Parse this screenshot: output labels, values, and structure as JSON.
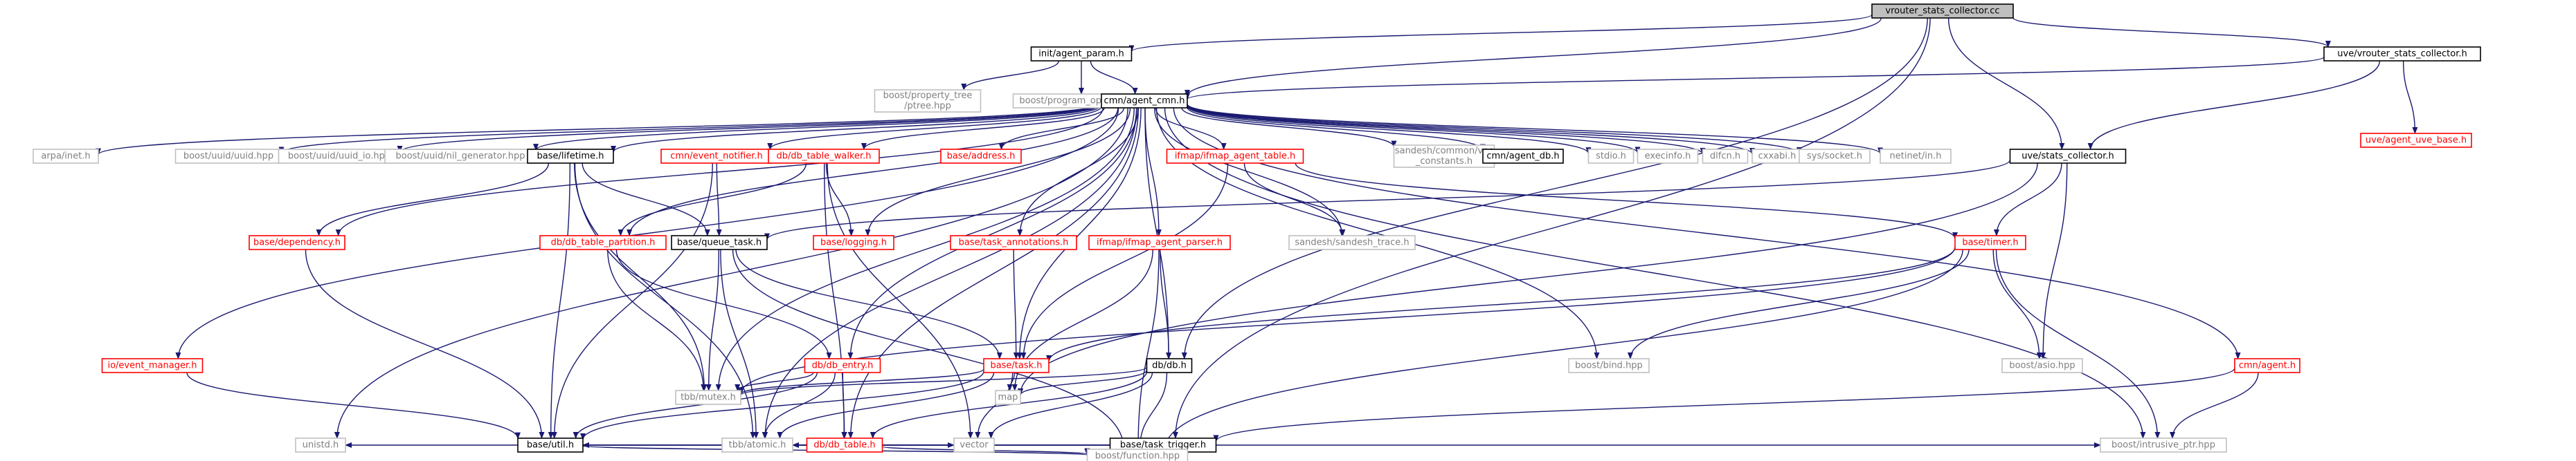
{
  "graph": {
    "title": "vrouter_stats_collector.cc",
    "colors": {
      "edge": "#191970",
      "root_fill": "#bfbfbf",
      "node_border": "#000000",
      "link_border": "#ff0000",
      "system_border": "#bfbfbf",
      "node_text": "#000000",
      "link_text": "#ff0000",
      "system_text": "#808080"
    },
    "nodes": [
      {
        "id": "root",
        "label": "vrouter_stats_collector.cc",
        "kind": "root"
      },
      {
        "id": "agent_param",
        "label": "init/agent_param.h",
        "kind": "file"
      },
      {
        "id": "uve_vsc",
        "label": "uve/vrouter_stats_collector.h",
        "kind": "file"
      },
      {
        "id": "ptree",
        "label": "boost/property_tree\n/ptree.hpp",
        "kind": "system"
      },
      {
        "id": "progopts",
        "label": "boost/program_options.hpp",
        "kind": "system"
      },
      {
        "id": "cmn",
        "label": "cmn/agent_cmn.h",
        "kind": "file"
      },
      {
        "id": "uvebase",
        "label": "uve/agent_uve_base.h",
        "kind": "link"
      },
      {
        "id": "arpa",
        "label": "arpa/inet.h",
        "kind": "system"
      },
      {
        "id": "uuid",
        "label": "boost/uuid/uuid.hpp",
        "kind": "system"
      },
      {
        "id": "uuidio",
        "label": "boost/uuid/uuid_io.hpp",
        "kind": "system"
      },
      {
        "id": "nilgen",
        "label": "boost/uuid/nil_generator.hpp",
        "kind": "system"
      },
      {
        "id": "lifetime",
        "label": "base/lifetime.h",
        "kind": "file"
      },
      {
        "id": "evnotif",
        "label": "cmn/event_notifier.h",
        "kind": "link"
      },
      {
        "id": "walker",
        "label": "db/db_table_walker.h",
        "kind": "link"
      },
      {
        "id": "address",
        "label": "base/address.h",
        "kind": "link"
      },
      {
        "id": "ifmaptbl",
        "label": "ifmap/ifmap_agent_table.h",
        "kind": "link"
      },
      {
        "id": "vnsconst",
        "label": "sandesh/common/vns\n_constants.h",
        "kind": "system"
      },
      {
        "id": "agentdb",
        "label": "cmn/agent_db.h",
        "kind": "file"
      },
      {
        "id": "stdio",
        "label": "stdio.h",
        "kind": "system"
      },
      {
        "id": "execinfo",
        "label": "execinfo.h",
        "kind": "system"
      },
      {
        "id": "dlfcn",
        "label": "dlfcn.h",
        "kind": "system"
      },
      {
        "id": "cxxabi",
        "label": "cxxabi.h",
        "kind": "system"
      },
      {
        "id": "socket",
        "label": "sys/socket.h",
        "kind": "system"
      },
      {
        "id": "netin",
        "label": "netinet/in.h",
        "kind": "system"
      },
      {
        "id": "statscoll",
        "label": "uve/stats_collector.h",
        "kind": "file"
      },
      {
        "id": "dependency",
        "label": "base/dependency.h",
        "kind": "link"
      },
      {
        "id": "partition",
        "label": "db/db_table_partition.h",
        "kind": "link"
      },
      {
        "id": "queuetask",
        "label": "base/queue_task.h",
        "kind": "file"
      },
      {
        "id": "logging",
        "label": "base/logging.h",
        "kind": "link"
      },
      {
        "id": "taskann",
        "label": "base/task_annotations.h",
        "kind": "link"
      },
      {
        "id": "ifparser",
        "label": "ifmap/ifmap_agent_parser.h",
        "kind": "link"
      },
      {
        "id": "sandeshtrace",
        "label": "sandesh/sandesh_trace.h",
        "kind": "system"
      },
      {
        "id": "timer",
        "label": "base/timer.h",
        "kind": "link"
      },
      {
        "id": "cmnagent",
        "label": "cmn/agent.h",
        "kind": "link"
      },
      {
        "id": "ioevent",
        "label": "io/event_manager.h",
        "kind": "link"
      },
      {
        "id": "dbentry",
        "label": "db/db_entry.h",
        "kind": "link"
      },
      {
        "id": "task",
        "label": "base/task.h",
        "kind": "link"
      },
      {
        "id": "db",
        "label": "db/db.h",
        "kind": "file"
      },
      {
        "id": "bind",
        "label": "boost/bind.hpp",
        "kind": "system"
      },
      {
        "id": "asio",
        "label": "boost/asio.hpp",
        "kind": "system"
      },
      {
        "id": "tbbmutex",
        "label": "tbb/mutex.h",
        "kind": "system"
      },
      {
        "id": "map",
        "label": "map",
        "kind": "system"
      },
      {
        "id": "tasktrig",
        "label": "base/task_trigger.h",
        "kind": "file"
      },
      {
        "id": "dbtable",
        "label": "db/db_table.h",
        "kind": "link"
      },
      {
        "id": "unistd",
        "label": "unistd.h",
        "kind": "system"
      },
      {
        "id": "util",
        "label": "base/util.h",
        "kind": "file"
      },
      {
        "id": "tbbatomic",
        "label": "tbb/atomic.h",
        "kind": "system"
      },
      {
        "id": "vector",
        "label": "vector",
        "kind": "system"
      },
      {
        "id": "intrusive",
        "label": "boost/intrusive_ptr.hpp",
        "kind": "system"
      },
      {
        "id": "function",
        "label": "boost/function.hpp",
        "kind": "system"
      }
    ],
    "edges": [
      [
        "root",
        "agent_param"
      ],
      [
        "root",
        "uve_vsc"
      ],
      [
        "root",
        "cmn"
      ],
      [
        "root",
        "statscoll"
      ],
      [
        "root",
        "db"
      ],
      [
        "root",
        "tasktrig"
      ],
      [
        "agent_param",
        "ptree"
      ],
      [
        "agent_param",
        "progopts"
      ],
      [
        "agent_param",
        "cmn"
      ],
      [
        "uve_vsc",
        "uvebase"
      ],
      [
        "uve_vsc",
        "cmn"
      ],
      [
        "uve_vsc",
        "statscoll"
      ],
      [
        "cmn",
        "arpa"
      ],
      [
        "cmn",
        "uuid"
      ],
      [
        "cmn",
        "uuidio"
      ],
      [
        "cmn",
        "nilgen"
      ],
      [
        "cmn",
        "lifetime"
      ],
      [
        "cmn",
        "evnotif"
      ],
      [
        "cmn",
        "walker"
      ],
      [
        "cmn",
        "address"
      ],
      [
        "cmn",
        "ifmaptbl"
      ],
      [
        "cmn",
        "vnsconst"
      ],
      [
        "cmn",
        "agentdb"
      ],
      [
        "cmn",
        "stdio"
      ],
      [
        "cmn",
        "execinfo"
      ],
      [
        "cmn",
        "dlfcn"
      ],
      [
        "cmn",
        "cxxabi"
      ],
      [
        "cmn",
        "socket"
      ],
      [
        "cmn",
        "netin"
      ],
      [
        "cmn",
        "cmnagent"
      ],
      [
        "cmn",
        "dependency"
      ],
      [
        "cmn",
        "partition"
      ],
      [
        "cmn",
        "logging"
      ],
      [
        "cmn",
        "taskann"
      ],
      [
        "cmn",
        "ifparser"
      ],
      [
        "cmn",
        "sandeshtrace"
      ],
      [
        "cmn",
        "ioevent"
      ],
      [
        "cmn",
        "dbentry"
      ],
      [
        "cmn",
        "dbtable"
      ],
      [
        "cmn",
        "db"
      ],
      [
        "cmn",
        "bind"
      ],
      [
        "cmn",
        "tbbmutex"
      ],
      [
        "cmn",
        "tbbatomic"
      ],
      [
        "cmn",
        "unistd"
      ],
      [
        "cmn",
        "intrusive"
      ],
      [
        "cmn",
        "task"
      ],
      [
        "lifetime",
        "dependency"
      ],
      [
        "lifetime",
        "queuetask"
      ],
      [
        "lifetime",
        "util"
      ],
      [
        "lifetime",
        "tbbmutex"
      ],
      [
        "lifetime",
        "tbbatomic"
      ],
      [
        "evnotif",
        "queuetask"
      ],
      [
        "evnotif",
        "util"
      ],
      [
        "walker",
        "partition"
      ],
      [
        "walker",
        "logging"
      ],
      [
        "walker",
        "dbtable"
      ],
      [
        "walker",
        "vector"
      ],
      [
        "ifmaptbl",
        "sandeshtrace"
      ],
      [
        "ifmaptbl",
        "task"
      ],
      [
        "ifmaptbl",
        "timer"
      ],
      [
        "statscoll",
        "queuetask"
      ],
      [
        "statscoll",
        "timer"
      ],
      [
        "statscoll",
        "asio"
      ],
      [
        "statscoll",
        "map"
      ],
      [
        "dependency",
        "util"
      ],
      [
        "partition",
        "tbbmutex"
      ],
      [
        "partition",
        "dbentry"
      ],
      [
        "queuetask",
        "task"
      ],
      [
        "queuetask",
        "tbbmutex"
      ],
      [
        "queuetask",
        "tbbatomic"
      ],
      [
        "queuetask",
        "function"
      ],
      [
        "taskann",
        "task"
      ],
      [
        "ifparser",
        "db"
      ],
      [
        "ifparser",
        "map"
      ],
      [
        "ifparser",
        "function"
      ],
      [
        "timer",
        "task"
      ],
      [
        "timer",
        "asio"
      ],
      [
        "timer",
        "intrusive"
      ],
      [
        "timer",
        "bind"
      ],
      [
        "timer",
        "function"
      ],
      [
        "timer",
        "tbbmutex"
      ],
      [
        "cmnagent",
        "tasktrig"
      ],
      [
        "cmnagent",
        "intrusive"
      ],
      [
        "ioevent",
        "util"
      ],
      [
        "dbentry",
        "dbtable"
      ],
      [
        "dbentry",
        "tbbatomic"
      ],
      [
        "dbentry",
        "util"
      ],
      [
        "dbentry",
        "tbbmutex"
      ],
      [
        "task",
        "tbbmutex"
      ],
      [
        "task",
        "map"
      ],
      [
        "task",
        "vector"
      ],
      [
        "task",
        "tbbatomic"
      ],
      [
        "task",
        "util"
      ],
      [
        "db",
        "dbtable"
      ],
      [
        "db",
        "map"
      ],
      [
        "db",
        "vector"
      ],
      [
        "db",
        "function"
      ],
      [
        "db",
        "tbbmutex"
      ],
      [
        "tasktrig",
        "util"
      ],
      [
        "tasktrig",
        "tbbatomic"
      ],
      [
        "tasktrig",
        "function"
      ],
      [
        "dbtable",
        "util"
      ],
      [
        "dbtable",
        "tbbatomic"
      ],
      [
        "dbtable",
        "vector"
      ],
      [
        "dbtable",
        "unistd"
      ],
      [
        "dbtable",
        "intrusive"
      ],
      [
        "dbtable",
        "function"
      ],
      [
        "util",
        "function"
      ]
    ]
  }
}
